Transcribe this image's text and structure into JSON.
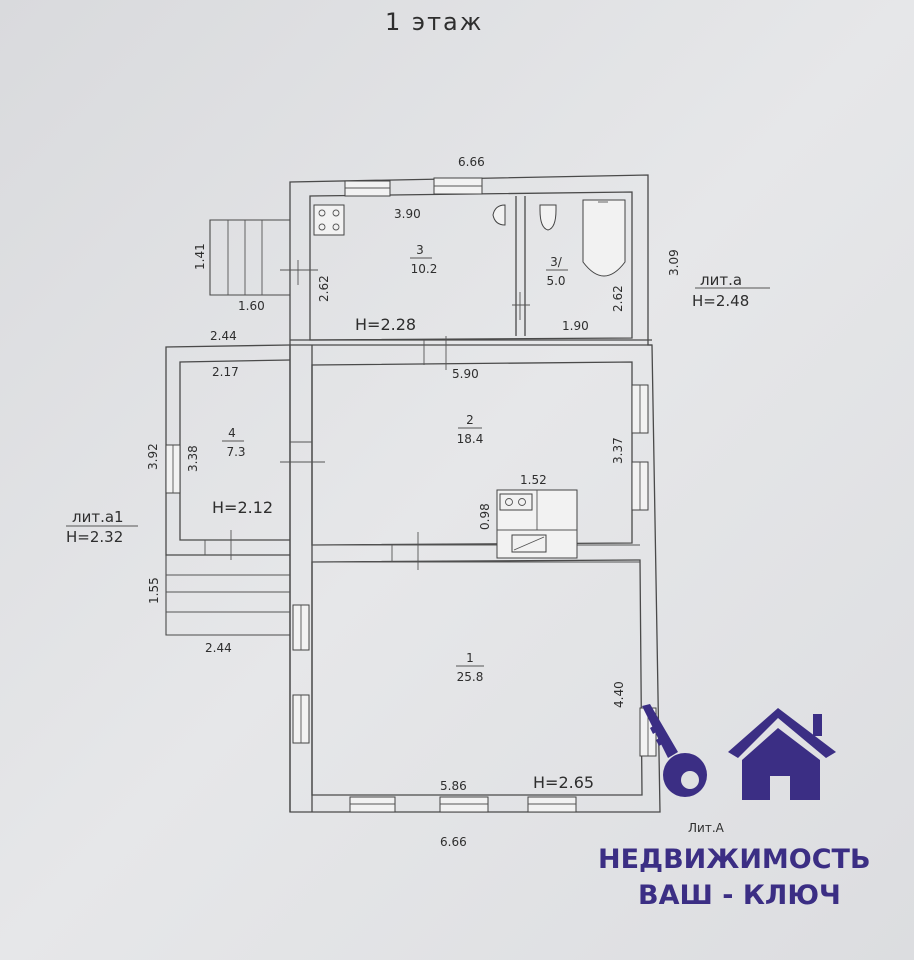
{
  "title": "1 этаж",
  "lit_a_small": {
    "name": "лит.а",
    "height": "H=2.48"
  },
  "lit_a1": {
    "name": "лит.а1",
    "height": "H=2.32"
  },
  "lit_A": {
    "name": "Лит.А"
  },
  "rooms": [
    {
      "id": "room-1",
      "number": "1",
      "area": "25.8",
      "height": "H=2.65"
    },
    {
      "id": "room-2",
      "number": "2",
      "area": "18.4"
    },
    {
      "id": "room-3",
      "number": "3",
      "area": "10.2",
      "height": "H=2.28"
    },
    {
      "id": "room-3a",
      "number": "3/",
      "area": "5.0"
    },
    {
      "id": "room-4",
      "number": "4",
      "area": "7.3",
      "height": "H=2.12"
    }
  ],
  "dimensions": {
    "top_outer": "6.66",
    "bottom_outer": "6.66",
    "room3_width": "3.90",
    "room3_height": "2.62",
    "room3a_width": "1.90",
    "room3a_height": "2.62",
    "right_outer_a": "3.09",
    "steps_height": "1.41",
    "steps_width": "1.60",
    "a1_top_outer": "2.44",
    "room4_width": "2.17",
    "room4_height": "3.38",
    "a1_left_outer": "3.92",
    "room2_width": "5.90",
    "room2_height": "3.37",
    "stove_width": "1.52",
    "stove_depth": "0.98",
    "porch_height": "1.55",
    "a1_bottom_outer": "2.44",
    "room1_height": "4.40",
    "room1_width": "5.86"
  },
  "brand": {
    "line1": "НЕДВИЖИМОСТЬ",
    "line2": "ВАШ - КЛЮЧ",
    "color": "#3b2e84"
  }
}
